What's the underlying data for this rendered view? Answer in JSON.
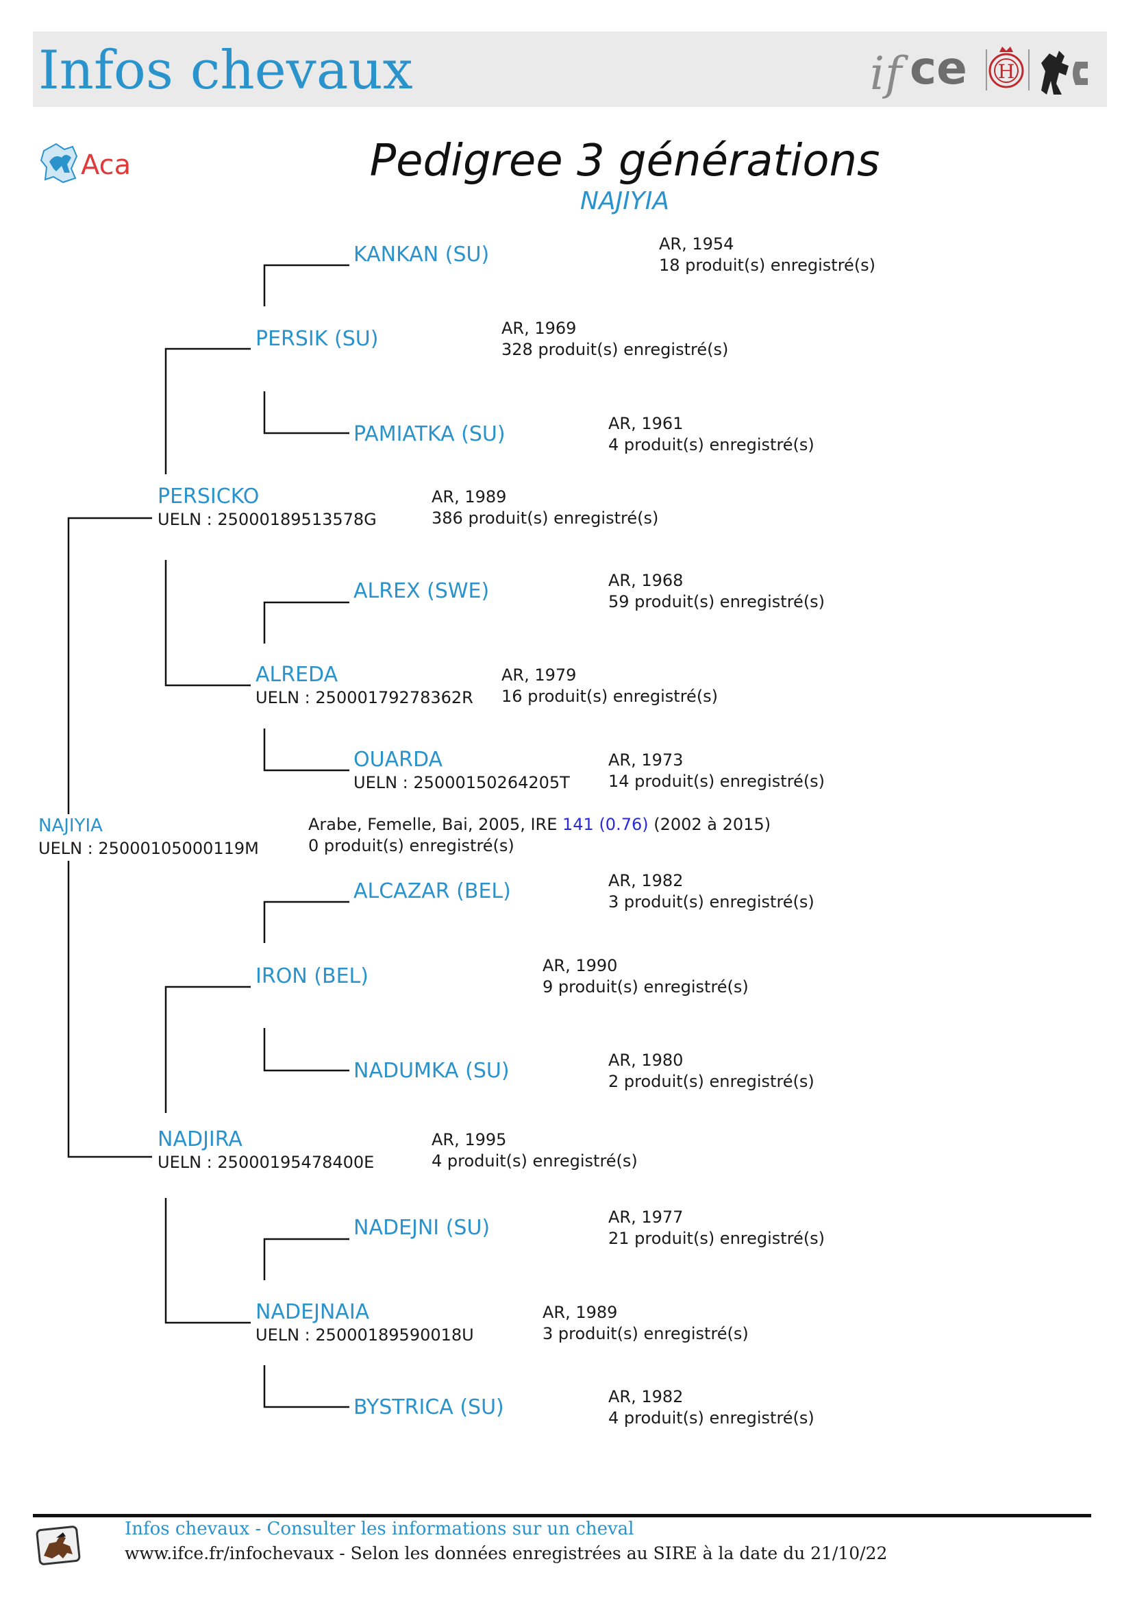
{
  "header": {
    "title": "Infos chevaux",
    "logo_text": "ifce",
    "logo_badge_letter": "H"
  },
  "aca_logo_text": "Aca",
  "page_title": "Pedigree 3 générations",
  "horse_name": "NAJIYIA",
  "subject": {
    "name": "NAJIYIA",
    "ueln": "UELN : 25000105000119M",
    "info_prefix": "Arabe, Femelle, Bai, 2005, IRE ",
    "ire_value": "141 (0.76)",
    "info_suffix": " (2002 à 2015)",
    "products": "0 produit(s) enregistré(s)"
  },
  "parents": [
    {
      "name": "PERSICKO",
      "ueln": "UELN : 25000189513578G",
      "info": "AR, 1989",
      "products": "386 produit(s) enregistré(s)"
    },
    {
      "name": "NADJIRA",
      "ueln": "UELN : 25000195478400E",
      "info": "AR, 1995",
      "products": "4 produit(s) enregistré(s)"
    }
  ],
  "grandparents": [
    {
      "name": "PERSIK (SU)",
      "ueln": "",
      "info": "AR, 1969",
      "products": "328 produit(s) enregistré(s)"
    },
    {
      "name": "ALREDA",
      "ueln": "UELN : 25000179278362R",
      "info": "AR, 1979",
      "products": "16 produit(s) enregistré(s)"
    },
    {
      "name": "IRON (BEL)",
      "ueln": "",
      "info": "AR, 1990",
      "products": "9 produit(s) enregistré(s)"
    },
    {
      "name": "NADEJNAIA",
      "ueln": "UELN : 25000189590018U",
      "info": "AR, 1989",
      "products": "3 produit(s) enregistré(s)"
    }
  ],
  "great_grandparents": [
    {
      "name": "KANKAN (SU)",
      "ueln": "",
      "info": "AR, 1954",
      "products": "18 produit(s) enregistré(s)"
    },
    {
      "name": "PAMIATKA (SU)",
      "ueln": "",
      "info": "AR, 1961",
      "products": "4 produit(s) enregistré(s)"
    },
    {
      "name": "ALREX (SWE)",
      "ueln": "",
      "info": "AR, 1968",
      "products": "59 produit(s) enregistré(s)"
    },
    {
      "name": "OUARDA",
      "ueln": "UELN : 25000150264205T",
      "info": "AR, 1973",
      "products": "14 produit(s) enregistré(s)"
    },
    {
      "name": "ALCAZAR (BEL)",
      "ueln": "",
      "info": "AR, 1982",
      "products": "3 produit(s) enregistré(s)"
    },
    {
      "name": "NADUMKA (SU)",
      "ueln": "",
      "info": "AR, 1980",
      "products": "2 produit(s) enregistré(s)"
    },
    {
      "name": "NADEJNI (SU)",
      "ueln": "",
      "info": "AR, 1977",
      "products": "21 produit(s) enregistré(s)"
    },
    {
      "name": "BYSTRICA (SU)",
      "ueln": "",
      "info": "AR, 1982",
      "products": "4 produit(s) enregistré(s)"
    }
  ],
  "footer": {
    "line1": "Infos chevaux - Consulter les informations sur un cheval",
    "line2": "www.ifce.fr/infochevaux - Selon les données enregistrées au SIRE à la date du 21/10/22"
  },
  "colors": {
    "accent": "#2a93cc",
    "ire_link": "#2a2ad8",
    "header_band": "#eaeaea",
    "logo_red": "#c0282d"
  }
}
